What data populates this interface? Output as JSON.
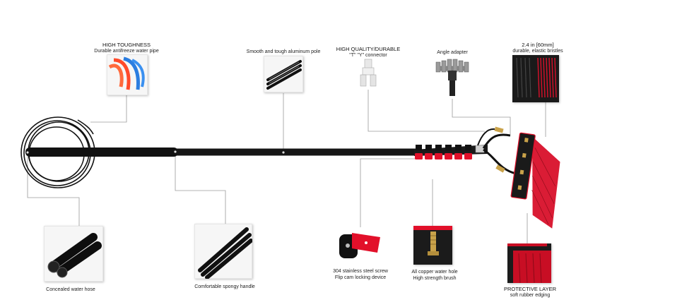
{
  "callouts": {
    "water_pipe": {
      "heading": "HIGH TOUGHNESS",
      "text": "Durable antifreeze water pipe"
    },
    "pole": {
      "text": "Smooth and tough aluminum pole"
    },
    "connector": {
      "heading": "HIGH QUALITY/DURABLE",
      "text": "\"T\" \"Y\" connector"
    },
    "angle_adapter": {
      "text": "Angle adapter"
    },
    "bristles": {
      "heading": "2.4 in [60mm]",
      "text": "durable, elastic bristles"
    },
    "hose": {
      "text": "Concealed water hose"
    },
    "handle": {
      "text": "Comfortable spongy handle"
    },
    "locking": {
      "line1": "304 stainless steel screw",
      "line2": "Flip cam locking device"
    },
    "brass": {
      "line1": "All copper water hole",
      "line2": "High strength brush"
    },
    "rubber": {
      "heading": "PROTECTIVE LAYER",
      "text": "soft rubber edging"
    }
  },
  "colors": {
    "pole": "#111111",
    "clamp": "#e2102a",
    "bristle": "#d8102a",
    "leader": "#9a9a9a",
    "brass": "#c9a24a"
  },
  "icons": [
    "coiled-hose-icon",
    "brush-head-icon",
    "flip-clamp-icon",
    "brass-fitting-icon",
    "t-connector-icon",
    "angle-adapter-icon"
  ]
}
